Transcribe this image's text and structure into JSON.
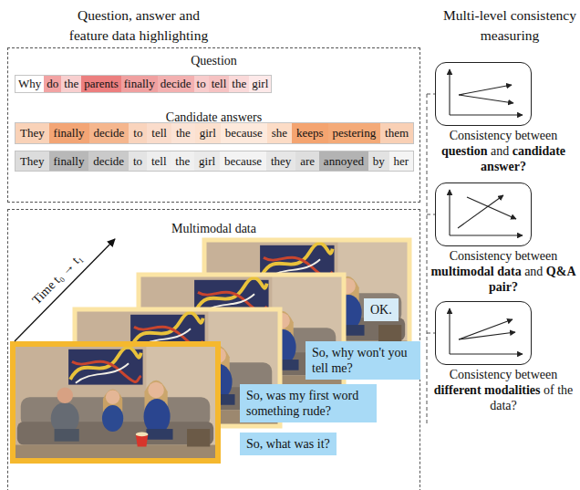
{
  "diagram": {
    "nodes": [
      {
        "text": [
          "Question",
          "Candidate answers"
        ]
      },
      {
        "text": [
          "Why",
          "do",
          "the",
          "parents",
          "finally",
          "decide",
          "to",
          "tell",
          "the",
          "girl"
        ],
        "in": 0
      },
      {
        "text": [
          "They",
          "finally",
          "decide",
          "to",
          "tell",
          "the",
          "girl",
          "because",
          "she",
          "keeps",
          "pestering",
          "them"
        ],
        "in": 0
      },
      {
        "text": [
          "They",
          "finally",
          "decide",
          "to",
          "tell",
          "the",
          "girl",
          "because",
          "they",
          "are",
          "annoyed",
          "by",
          "her"
        ],
        "in": 0
      },
      {
        "text": [
          "Multimodal data"
        ]
      },
      {
        "text": [
          "OK."
        ],
        "in": 4
      },
      {
        "text": [
          "So, why won't you tell me?"
        ],
        "in": 4
      },
      {
        "text": [
          "So, was my first word something rude?"
        ],
        "in": 4
      },
      {
        "text": [
          "So, what was it?"
        ],
        "in": 4
      },
      {
        "text": [
          "Consistency between question and candidate answer?"
        ]
      },
      {
        "text": [
          "Consistency between multimodal data and Q&A pair?"
        ]
      },
      {
        "text": [
          "Consistency between different modalities of the data?"
        ]
      }
    ],
    "labels": [
      "Question, answer and feature data highlighting",
      "Multi-level consistency measuring",
      "Time t₀ → t₁"
    ]
  }
}
